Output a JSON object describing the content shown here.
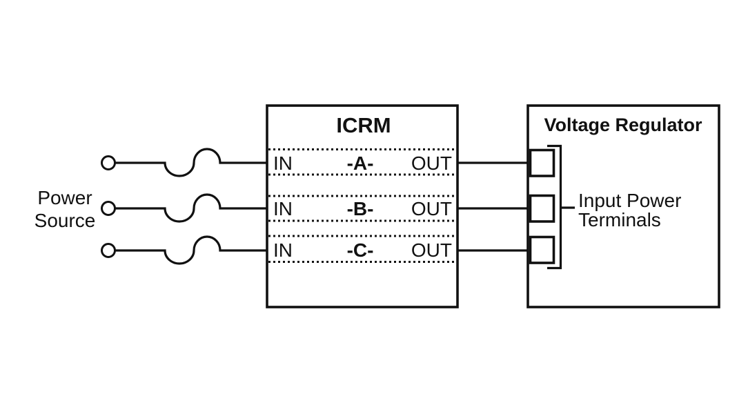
{
  "colors": {
    "line": "#111111",
    "background": "#ffffff"
  },
  "power_source": {
    "label_line1": "Power",
    "label_line2": "Source"
  },
  "icrm": {
    "title": "ICRM",
    "channels": [
      {
        "in": "IN",
        "id": "-A-",
        "out": "OUT"
      },
      {
        "in": "IN",
        "id": "-B-",
        "out": "OUT"
      },
      {
        "in": "IN",
        "id": "-C-",
        "out": "OUT"
      }
    ]
  },
  "voltage_regulator": {
    "title": "Voltage Regulator",
    "terminals_label_line1": "Input Power",
    "terminals_label_line2": "Terminals"
  }
}
